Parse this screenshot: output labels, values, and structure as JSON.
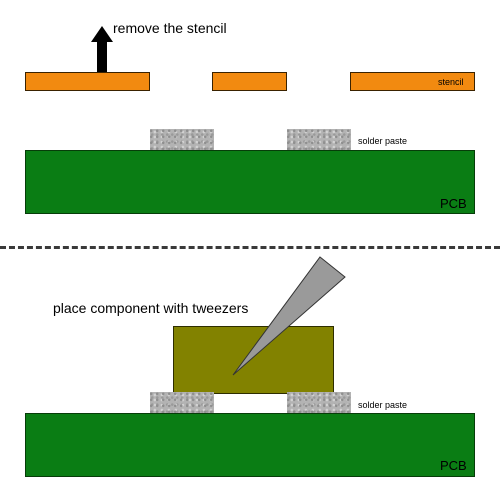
{
  "top": {
    "instruction": "remove the stencil",
    "stencil_label": "stencil",
    "paste_label": "solder paste",
    "pcb_label": "PCB"
  },
  "bottom": {
    "instruction": "place component with tweezers",
    "paste_label": "solder paste",
    "pcb_label": "PCB"
  },
  "icons": {
    "lift": "up-arrow-icon",
    "tool": "tweezers-icon"
  },
  "colors": {
    "stencil": "#f28a10",
    "pcb": "#0a7d14",
    "solder_paste": "#b3b3b3",
    "component": "#828200",
    "tweezers": "#9a9a9a"
  }
}
